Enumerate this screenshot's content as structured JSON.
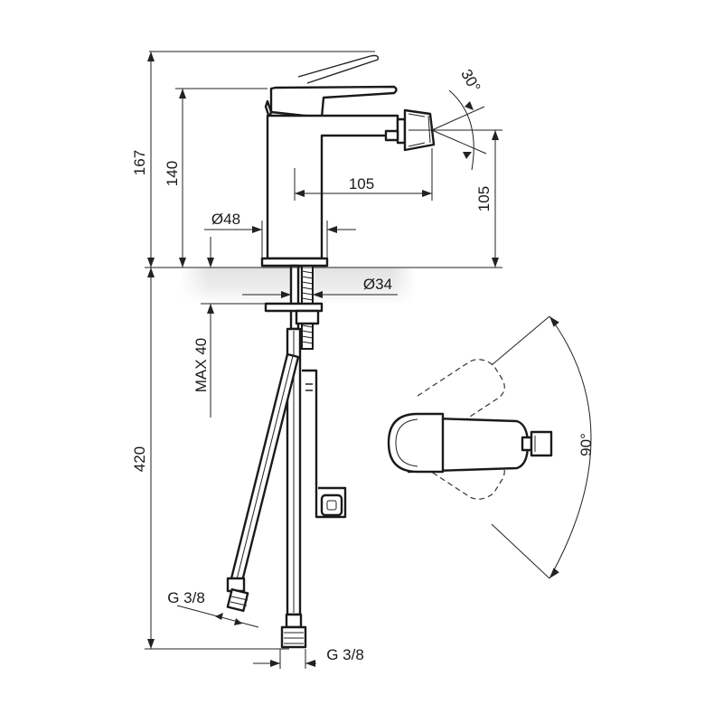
{
  "dimensions": {
    "overall_height": "167",
    "spout_height": "140",
    "spout_reach": "105",
    "outlet_height": "105",
    "body_diameter": "Ø48",
    "shank_diameter": "Ø34",
    "max_deck": "MAX 40",
    "hose_length": "420",
    "thread_left": "G 3/8",
    "thread_right": "G 3/8",
    "nozzle_angle": "30°",
    "lever_angle": "90°"
  },
  "colors": {
    "line": "#222222",
    "countertop_shade": "#e6e6e6"
  }
}
